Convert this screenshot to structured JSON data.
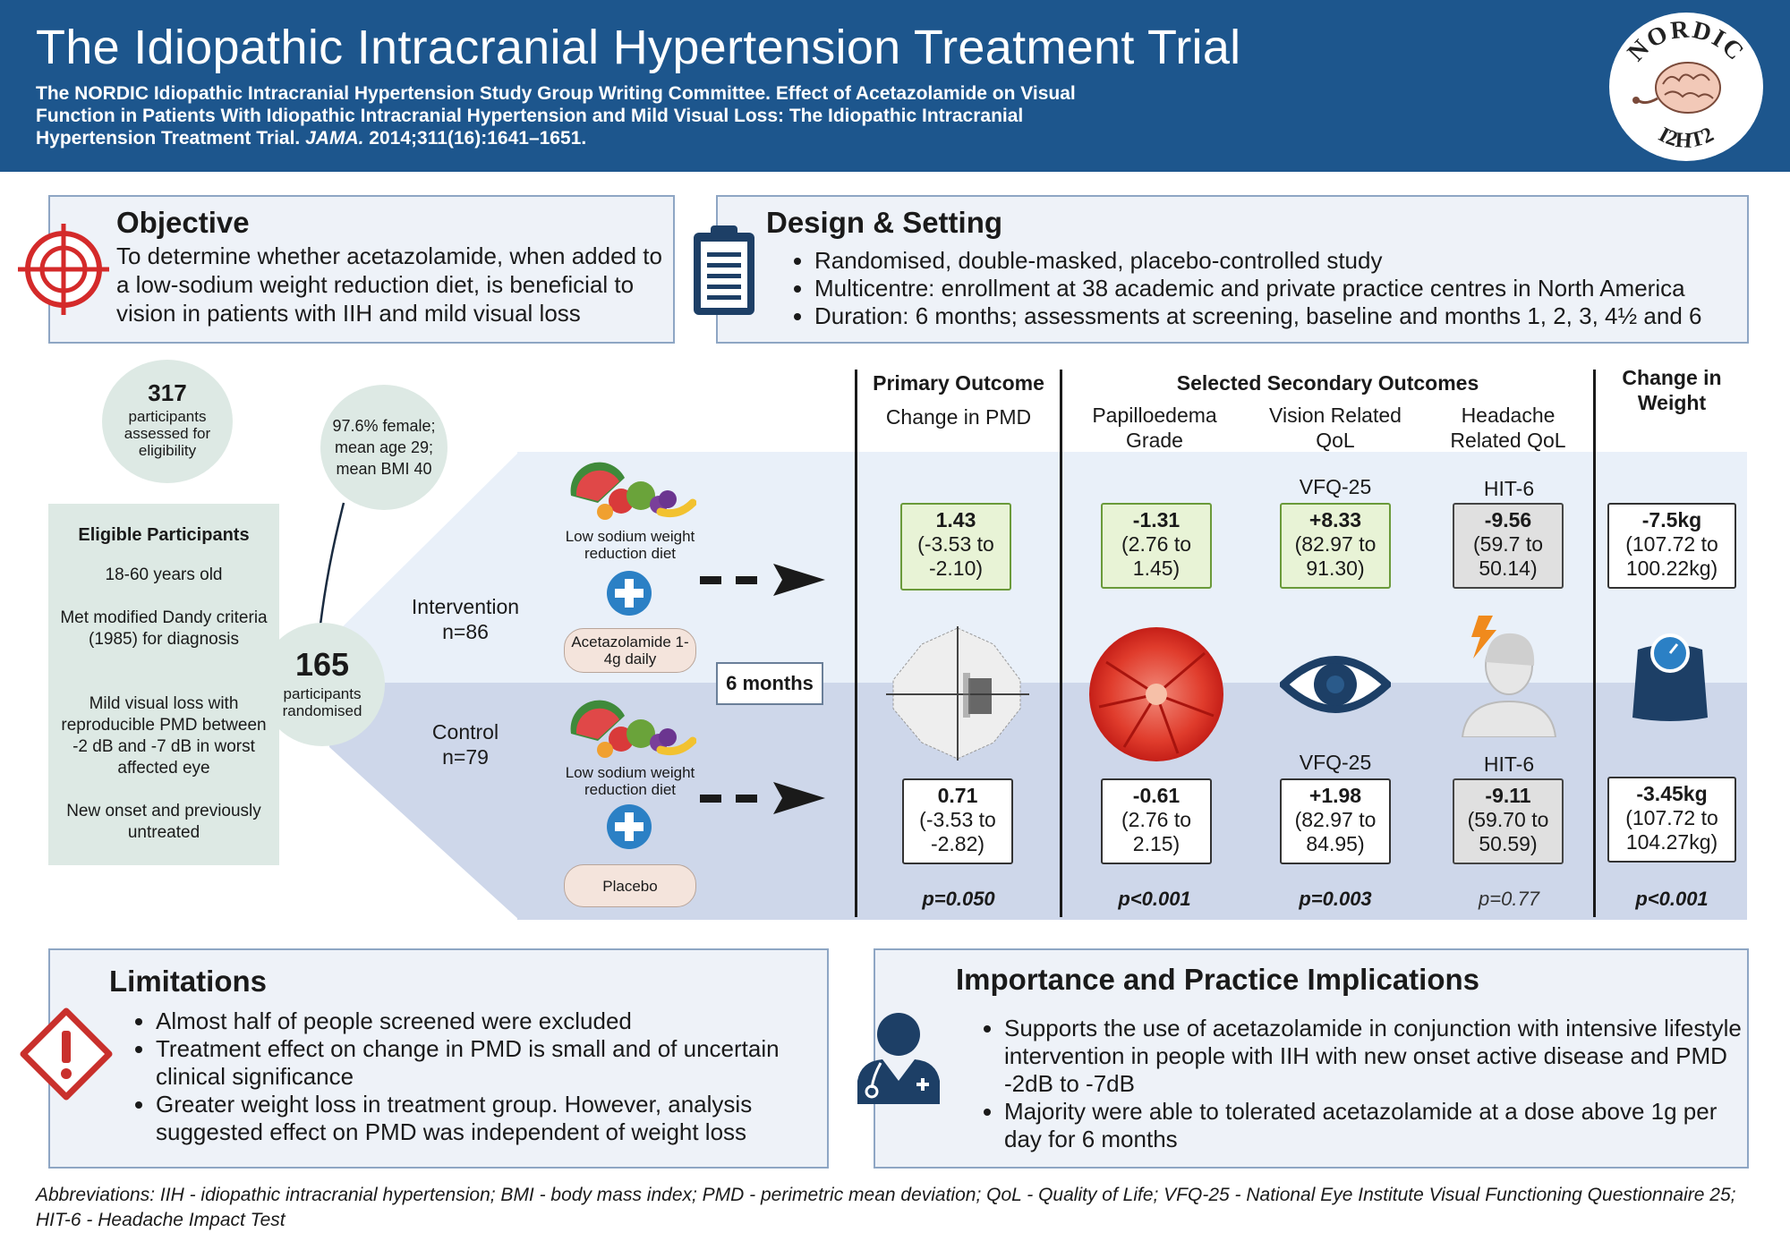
{
  "header": {
    "title": "The Idiopathic Intracranial Hypertension Treatment Trial",
    "citation_main": "The NORDIC Idiopathic Intracranial Hypertension Study Group Writing Committee. Effect of Acetazolamide on Visual Function in Patients With Idiopathic Intracranial Hypertension and Mild Visual Loss: The Idiopathic Intracranial Hypertension Treatment Trial.",
    "citation_journal": "JAMA.",
    "citation_ref": "2014;311(16):1641–1651.",
    "logo_top": "NORDIC",
    "logo_bottom": "I2HT2"
  },
  "objective": {
    "heading": "Objective",
    "text": "To determine whether acetazolamide, when added to a low-sodium weight reduction diet, is beneficial to vision in patients with IIH and mild visual loss"
  },
  "design": {
    "heading": "Design & Setting",
    "bullets": [
      "Randomised, double-masked, placebo-controlled study",
      "Multicentre: enrollment at 38 academic and private practice centres in North America",
      "Duration: 6 months;  assessments at screening, baseline and months 1, 2, 3, 4½ and 6"
    ]
  },
  "participants": {
    "assessed_count": "317",
    "assessed_label": "participants assessed for eligibility",
    "demographics": "97.6% female; mean age 29; mean BMI 40",
    "randomised_count": "165",
    "randomised_label": "participants randomised",
    "eligible_heading": "Eligible Participants",
    "eligible_items": [
      "18-60 years old",
      "Met modified Dandy criteria (1985) for diagnosis",
      "Mild visual loss with reproducible PMD between -2 dB and -7 dB in worst affected eye",
      "New onset and previously untreated"
    ]
  },
  "arms": {
    "intervention_label": "Intervention",
    "intervention_n": "n=86",
    "control_label": "Control",
    "control_n": "n=79",
    "diet_label": "Low sodium weight reduction diet",
    "acetazolamide_label": "Acetazolamide 1-4g daily",
    "placebo_label": "Placebo",
    "duration": "6 months"
  },
  "columns": {
    "primary_heading": "Primary Outcome",
    "primary_sub": "Change in PMD",
    "secondary_heading": "Selected Secondary Outcomes",
    "papilloedema": "Papilloedema Grade",
    "vision_qol": "Vision Related QoL",
    "headache_qol": "Headache Related QoL",
    "weight_heading": "Change in Weight",
    "vfq_label": "VFQ-25",
    "hit_label": "HIT-6"
  },
  "results": {
    "intervention": {
      "pmd": {
        "value": "1.43",
        "ci": "(-3.53 to -2.10)"
      },
      "papilloedema": {
        "value": "-1.31",
        "ci": "(2.76 to 1.45)"
      },
      "vfq": {
        "value": "+8.33",
        "ci": "(82.97 to 91.30)"
      },
      "hit": {
        "value": "-9.56",
        "ci": "(59.7 to 50.14)"
      },
      "weight": {
        "value": "-7.5kg",
        "ci": "(107.72 to 100.22kg)"
      }
    },
    "control": {
      "pmd": {
        "value": "0.71",
        "ci": "(-3.53 to -2.82)"
      },
      "papilloedema": {
        "value": "-0.61",
        "ci": "(2.76 to 2.15)"
      },
      "vfq": {
        "value": "+1.98",
        "ci": "(82.97 to 84.95)"
      },
      "hit": {
        "value": "-9.11",
        "ci": "(59.70 to 50.59)"
      },
      "weight": {
        "value": "-3.45kg",
        "ci": "(107.72 to 104.27kg)"
      }
    },
    "p_values": {
      "pmd": "p=0.050",
      "papilloedema": "p<0.001",
      "vfq": "p=0.003",
      "hit": "p=0.77",
      "weight": "p<0.001"
    }
  },
  "limitations": {
    "heading": "Limitations",
    "bullets": [
      "Almost half of people screened were excluded",
      "Treatment effect on change in PMD is small and of uncertain clinical significance",
      "Greater weight loss in treatment group. However, analysis suggested effect on PMD was independent of weight loss"
    ]
  },
  "importance": {
    "heading": "Importance and Practice Implications",
    "bullets": [
      "Supports the use of acetazolamide in conjunction with intensive lifestyle intervention in people with IIH with new onset active disease and PMD -2dB to -7dB",
      "Majority were able to tolerated acetazolamide at a dose above 1g per day for 6 months"
    ]
  },
  "abbreviations": "Abbreviations: IIH - idiopathic intracranial hypertension; BMI - body mass index; PMD - perimetric mean deviation; QoL - Quality of Life; VFQ-25 - National Eye Institute Visual Functioning Questionnaire 25; HIT-6 - Headache Impact Test",
  "colors": {
    "header_bg": "#1d568d",
    "panel_bg": "#eef2f8",
    "intervention_band": "#e9f0f9",
    "control_band": "#ced7ea",
    "target_red": "#d42a2a",
    "icon_navy": "#1d3f66",
    "plus_blue": "#2b80c5"
  }
}
